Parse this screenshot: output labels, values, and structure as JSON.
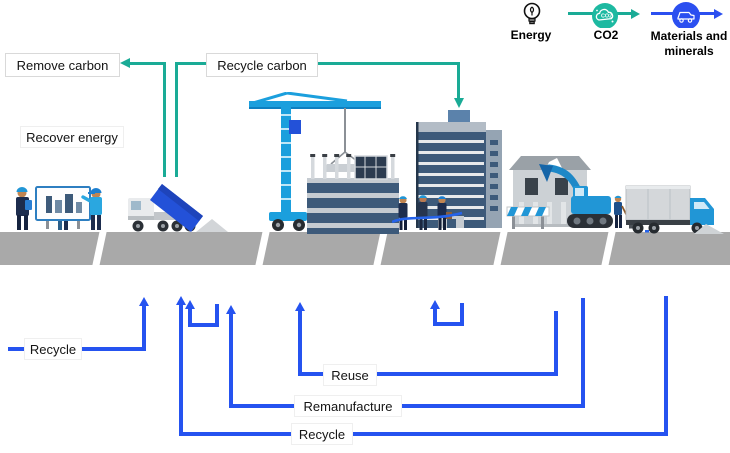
{
  "legend": {
    "energy": {
      "label": "Energy",
      "icon": "lightbulb-icon"
    },
    "co2": {
      "label": "CO2",
      "icon": "co2-cloud-icon"
    },
    "materials": {
      "label": "Materials and minerals",
      "icon": "dump-truck-icon"
    }
  },
  "carbon_flows": {
    "remove_carbon": "Remove carbon",
    "recycle_carbon": "Recycle carbon",
    "recover_energy": "Recover energy"
  },
  "material_flows": {
    "recycle_left": "Recycle",
    "reuse": "Reuse",
    "remanufacture": "Remanufacture",
    "recycle_bottom": "Recycle"
  },
  "colors": {
    "teal": "#1aab96",
    "blue": "#2553f0",
    "road_gray": "#a9a9a9",
    "crane_blue": "#1b9fdd",
    "building_blue": "#3d5a7a",
    "co2_circle": "#1db9a1",
    "materials_circle": "#2b4ff0"
  }
}
